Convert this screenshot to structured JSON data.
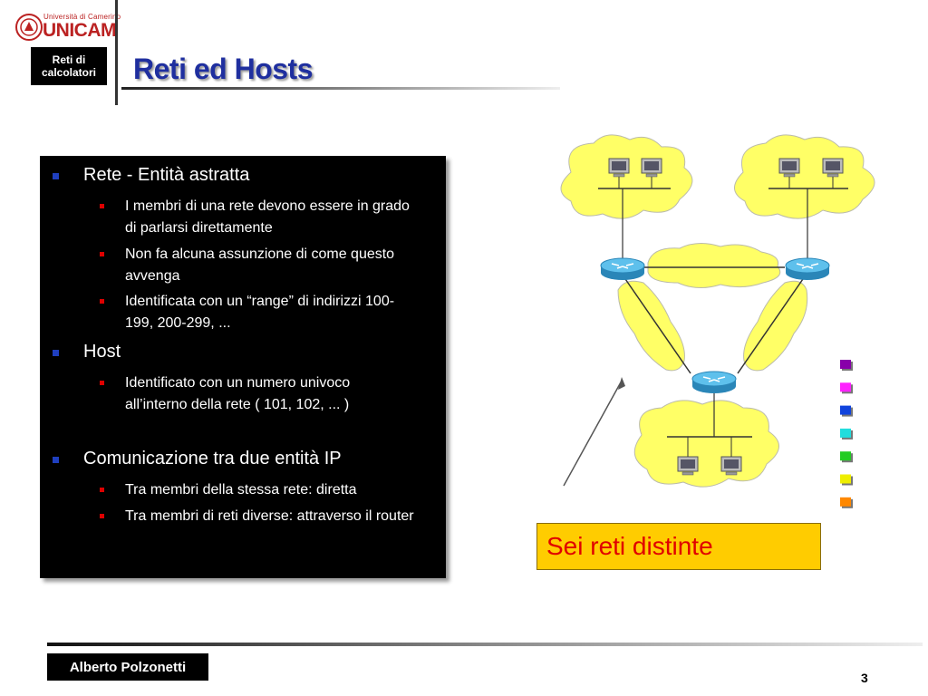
{
  "header": {
    "logo_small": "Università di Camerino",
    "logo_big": "UNICAM",
    "course_label": "Reti di calcolatori",
    "title": "Reti ed Hosts"
  },
  "content": {
    "items": [
      {
        "label": "Rete  - Entità astratta",
        "sub": [
          "I membri di una rete devono essere in grado di parlarsi direttamente",
          "Non fa alcuna assunzione di come questo avvenga",
          "Identificata con un “range” di indirizzi 100-199, 200-299, ..."
        ]
      },
      {
        "label": "Host",
        "sub": [
          "Identificato con un numero univoco all’interno della rete ( 101, 102, ... )"
        ]
      },
      {
        "label": "Comunicazione tra due entità IP",
        "sub": [
          "Tra membri della stessa rete: diretta",
          "Tra membri di reti diverse: attraverso il router"
        ]
      }
    ]
  },
  "diagram": {
    "cloud_color": "#ffff66",
    "router_color": "#3aa6d8",
    "legend_colors": [
      "#8800aa",
      "#ff22ff",
      "#1144dd",
      "#22dddd",
      "#22cc22",
      "#eeee00",
      "#ff8800"
    ]
  },
  "callout": {
    "text": "Sei reti distinte"
  },
  "footer": {
    "author": "Alberto Polzonetti",
    "page": "3"
  }
}
